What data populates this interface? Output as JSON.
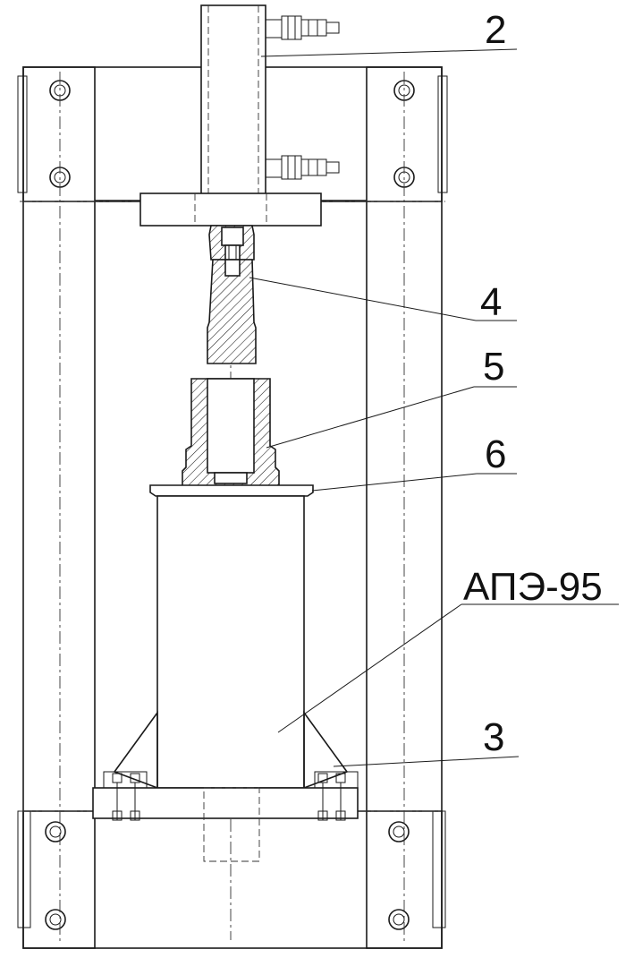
{
  "callouts": {
    "label_2": "2",
    "label_4": "4",
    "label_5": "5",
    "label_6": "6",
    "label_ape": "АПЭ-95",
    "label_3": "3"
  }
}
